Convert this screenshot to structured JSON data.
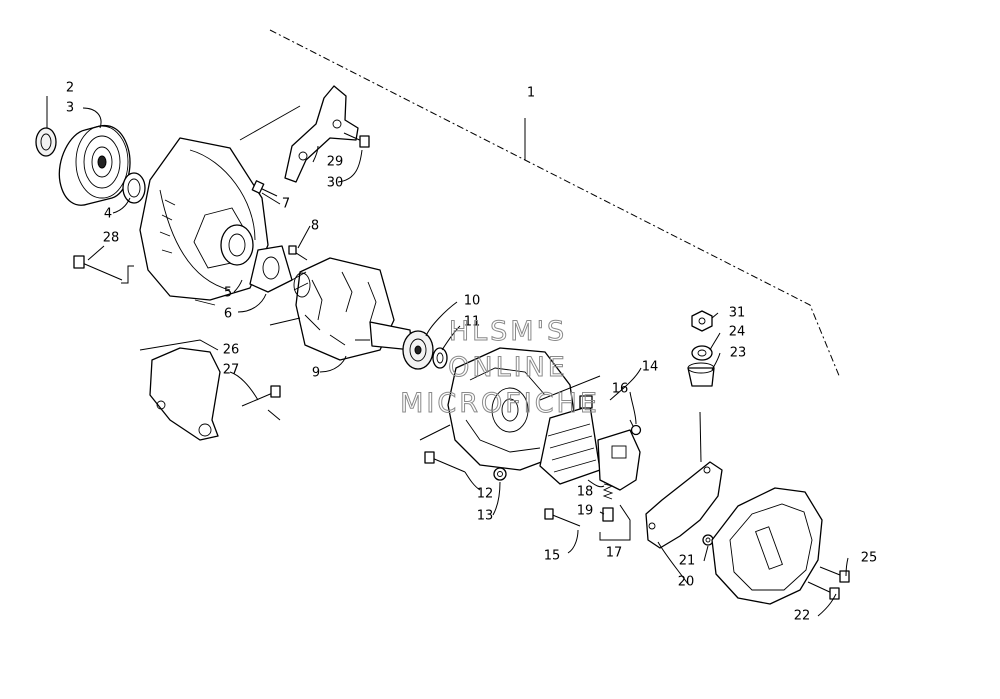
{
  "diagram": {
    "callouts": [
      "1",
      "2",
      "3",
      "4",
      "5",
      "6",
      "7",
      "8",
      "9",
      "10",
      "11",
      "12",
      "13",
      "14",
      "15",
      "16",
      "17",
      "18",
      "19",
      "20",
      "21",
      "22",
      "23",
      "24",
      "25",
      "26",
      "27",
      "28",
      "29",
      "30",
      "31"
    ]
  },
  "watermark": {
    "line1": "HLSM'S",
    "line2": "ONLINE",
    "line3": "MICROFICHE"
  }
}
